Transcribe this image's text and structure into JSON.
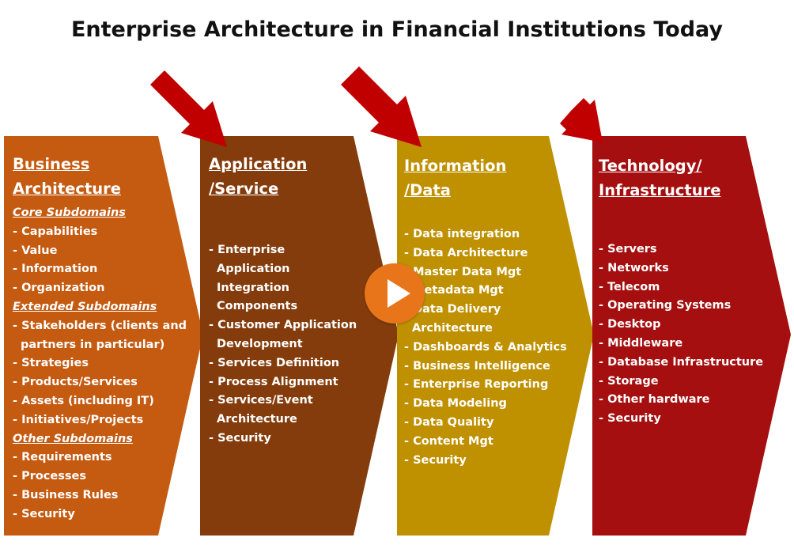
{
  "title": "Enterprise Architecture in Financial Institutions Today",
  "colors": {
    "business": "#c55a11",
    "application": "#843c0c",
    "information": "#bf9000",
    "technology": "#a50f0f",
    "arrow": "#c00000",
    "play": "#e8751a"
  },
  "panels": {
    "business": {
      "heading": [
        "Business",
        "Architecture"
      ],
      "groups": [
        {
          "sub": "Core Subdomains",
          "items": [
            "- Capabilities",
            "- Value",
            "- Information",
            "- Organization"
          ]
        },
        {
          "sub": "Extended Subdomains",
          "items": [
            "- Stakeholders (clients and",
            "partners in particular)",
            "- Strategies",
            "- Products/Services",
            "- Assets (including IT)",
            "- Initiatives/Projects"
          ]
        },
        {
          "sub": "Other Subdomains",
          "items": [
            "- Requirements",
            "- Processes",
            "- Business Rules",
            "- Security"
          ]
        }
      ]
    },
    "application": {
      "heading": [
        "Application",
        "/Service"
      ],
      "items": [
        "- Enterprise",
        "Application",
        "Integration",
        "Components",
        "- Customer Application",
        "Development",
        "- Services Definition",
        "- Process Alignment",
        "- Services/Event",
        "Architecture",
        "- Security"
      ]
    },
    "information": {
      "heading": [
        "Information",
        "/Data"
      ],
      "items": [
        "- Data integration",
        "- Data Architecture",
        "- Master Data Mgt",
        "- Metadata Mgt",
        "- Data Delivery",
        "Architecture",
        "- Dashboards & Analytics",
        "- Business Intelligence",
        "- Enterprise Reporting",
        "- Data Modeling",
        "- Data Quality",
        "- Content Mgt",
        "- Security"
      ]
    },
    "technology": {
      "heading": [
        "Technology/",
        "Infrastructure"
      ],
      "items": [
        "- Servers",
        "- Networks",
        "- Telecom",
        "- Operating Systems",
        "- Desktop",
        "- Middleware",
        "- Database Infrastructure",
        "- Storage",
        "- Other hardware",
        "- Security"
      ]
    }
  },
  "play_button": {
    "icon": "play-icon"
  }
}
